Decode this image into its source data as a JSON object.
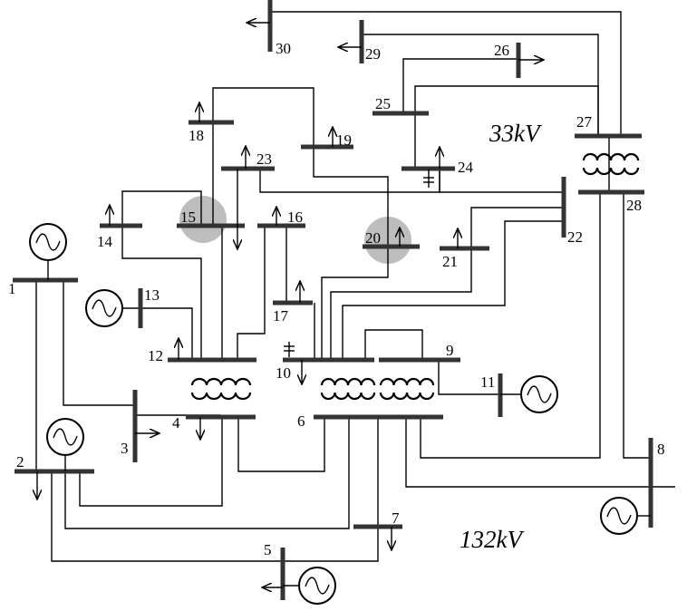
{
  "buses": {
    "b1": "1",
    "b2": "2",
    "b3": "3",
    "b4": "4",
    "b5": "5",
    "b6": "6",
    "b7": "7",
    "b8": "8",
    "b9": "9",
    "b10": "10",
    "b11": "11",
    "b12": "12",
    "b13": "13",
    "b14": "14",
    "b15": "15",
    "b16": "16",
    "b17": "17",
    "b18": "18",
    "b19": "19",
    "b20": "20",
    "b21": "21",
    "b22": "22",
    "b23": "23",
    "b24": "24",
    "b25": "25",
    "b26": "26",
    "b27": "27",
    "b28": "28",
    "b29": "29",
    "b30": "30"
  },
  "voltage_labels": {
    "low": "33kV",
    "high": "132kV"
  },
  "highlighted_buses": [
    "15",
    "20"
  ],
  "colors": {
    "line": "#000000",
    "bus": "#333333",
    "highlight": "#bdbdbd",
    "background": "#ffffff"
  },
  "icons": {
    "generator": "ac-generator-icon",
    "load": "load-arrow-icon",
    "capacitor": "capacitor-icon",
    "transformer": "transformer-coil-icon"
  }
}
